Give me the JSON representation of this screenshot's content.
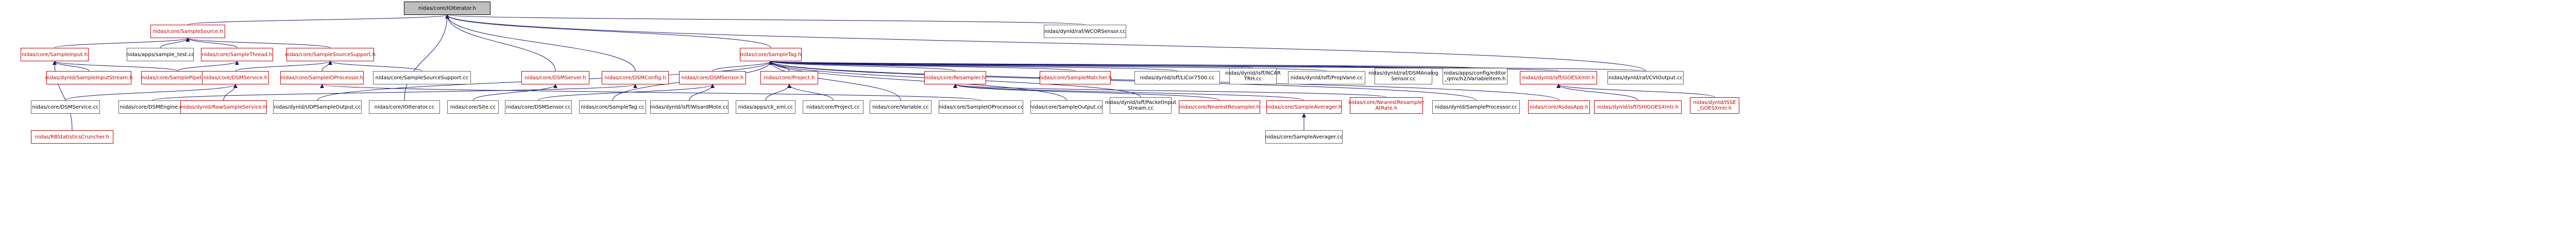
{
  "graph": {
    "colors": {
      "edge": "#191970",
      "node_border": "#666666",
      "red_text": "#c00000",
      "root_fill": "#bfbfbf"
    },
    "nodes": [
      {
        "id": "root",
        "label": "nidas/core/IOIterator.h",
        "kind": "root"
      },
      {
        "id": "samplesource_h",
        "label": "nidas/core/SampleSource.h",
        "kind": "red"
      },
      {
        "id": "wcdsensor",
        "label": "nidas/dynld/raf/WCORSensor.cc",
        "kind": "black"
      },
      {
        "id": "sampleinput_h",
        "label": "nidas/core/SampleInput.h",
        "kind": "red"
      },
      {
        "id": "sample_test",
        "label": "nidas/apps/sample_test.cc",
        "kind": "black"
      },
      {
        "id": "samplethread_h",
        "label": "nidas/core/SampleThread.h",
        "kind": "red"
      },
      {
        "id": "samplesourcesupport_h",
        "label": "nidas/core/SampleSourceSupport.h",
        "kind": "red"
      },
      {
        "id": "sampletag_h",
        "label": "nidas/core/SampleTag.h",
        "kind": "red"
      },
      {
        "id": "sampleinputstream_h",
        "label": "nidas/dynld/SampleInputStream.h",
        "kind": "red"
      },
      {
        "id": "samplepipeline_h",
        "label": "nidas/core/SamplePipeline.h",
        "kind": "red"
      },
      {
        "id": "dsmservice_h",
        "label": "nidas/core/DSMService.h",
        "kind": "red"
      },
      {
        "id": "sampleioprocessor_h",
        "label": "nidas/core/SampleIOProcessor.h",
        "kind": "red"
      },
      {
        "id": "samplesourcesupport_cc",
        "label": "nidas/core/SampleSourceSupport.cc",
        "kind": "black"
      },
      {
        "id": "dsmserver_h",
        "label": "nidas/core/DSMServer.h",
        "kind": "red"
      },
      {
        "id": "dsmconfig_h",
        "label": "nidas/core/DSMConfig.h",
        "kind": "red"
      },
      {
        "id": "dsmsensor_h",
        "label": "nidas/core/DSMSensor.h",
        "kind": "red"
      },
      {
        "id": "project_h",
        "label": "nidas/core/Project.h",
        "kind": "red"
      },
      {
        "id": "resampler_h",
        "label": "nidas/core/Resampler.h",
        "kind": "red"
      },
      {
        "id": "samplematcher_h",
        "label": "nidas/core/SampleMatcher.h",
        "kind": "red"
      },
      {
        "id": "lico7500",
        "label": "nidas/dynld/isff/LiCor7500.cc",
        "kind": "black"
      },
      {
        "id": "ncar_trh",
        "label": "nidas/dynld/isff/NCAR\nTRH.cc",
        "kind": "black",
        "two": true
      },
      {
        "id": "propvane",
        "label": "nidas/dynld/isff/PropVane.cc",
        "kind": "black"
      },
      {
        "id": "dsmanalog",
        "label": "nidas/dynld/raf/DSMAnalog\nSensor.cc",
        "kind": "black",
        "two": true
      },
      {
        "id": "configeditor",
        "label": "nidas/apps/config/editor\n_qmv/h2/VariableItem.h",
        "kind": "black",
        "two": true
      },
      {
        "id": "ssigoes",
        "label": "nidas/dynld/isff/GOESXmtr.h",
        "kind": "red"
      },
      {
        "id": "cvioutput",
        "label": "nidas/dynld/raf/CVIOutput.cc",
        "kind": "black"
      },
      {
        "id": "sic_dsmservice_h",
        "label": "nidas/core/DSMService.cc",
        "kind": "black"
      },
      {
        "id": "dsmengine_cc",
        "label": "nidas/core/DSMEngine.cc",
        "kind": "black"
      },
      {
        "id": "rawsampleservice",
        "label": "nidas/dynld/RawSampleService.h",
        "kind": "red"
      },
      {
        "id": "udpsampleoutput",
        "label": "nidas/dynld/UDPSampleOutput.cc",
        "kind": "black"
      },
      {
        "id": "ioiterator_cc",
        "label": "nidas/core/IOIterator.cc",
        "kind": "black"
      },
      {
        "id": "site_cc",
        "label": "nidas/core/Site.cc",
        "kind": "black"
      },
      {
        "id": "dsmsensor_cc",
        "label": "nidas/core/DSMSensor.cc",
        "kind": "black"
      },
      {
        "id": "sampletag_cc",
        "label": "nidas/core/SampleTag.cc",
        "kind": "black"
      },
      {
        "id": "wisardmote",
        "label": "nidas/dynld/isff/WisardMote.cc",
        "kind": "black"
      },
      {
        "id": "ck_xml",
        "label": "nidas/apps/ck_xml.cc",
        "kind": "black"
      },
      {
        "id": "project_cc",
        "label": "nidas/core/Project.cc",
        "kind": "black"
      },
      {
        "id": "variable_cc",
        "label": "nidas/core/Variable.cc",
        "kind": "black"
      },
      {
        "id": "sampleioprocessor_cc",
        "label": "nidas/core/SampleIOProcessor.cc",
        "kind": "black"
      },
      {
        "id": "sampleoutput_cc",
        "label": "nidas/core/SampleOutput.cc",
        "kind": "black"
      },
      {
        "id": "packetinput",
        "label": "nidas/dynld/isff/PacketInput\nStream.cc",
        "kind": "black",
        "two": true
      },
      {
        "id": "nearestresampler_h",
        "label": "nidas/core/NearestResampler.h",
        "kind": "red"
      },
      {
        "id": "sampleaverager_h",
        "label": "nidas/core/SampleAverager.h",
        "kind": "red"
      },
      {
        "id": "nearestresampler_at",
        "label": "nidas/core/NearestResampler\nAtRate.h",
        "kind": "red",
        "two": true
      },
      {
        "id": "sampleprocessor",
        "label": "nidas/dynld/SampleProcessor.cc",
        "kind": "black"
      },
      {
        "id": "asdapp",
        "label": "nidas/core/AsdasApp.h",
        "kind": "red"
      },
      {
        "id": "ssigoesxmtr",
        "label": "nidas/dynld/isff/SHIGOESXmtr.h",
        "kind": "red"
      },
      {
        "id": "isse_goes",
        "label": "nidas/dynld/ISSE\n_GOESXmtr.h",
        "kind": "red",
        "two": true
      },
      {
        "id": "statcruncher",
        "label": "nidas/RBStatisticsCruncher.h",
        "kind": "red"
      },
      {
        "id": "sampleaverager_cc",
        "label": "nidas/core/SampleAverager.cc",
        "kind": "black"
      }
    ],
    "edges": [
      [
        "samplesource_h",
        "root"
      ],
      [
        "wcdsensor",
        "root"
      ],
      [
        "sampleinput_h",
        "samplesource_h"
      ],
      [
        "sample_test",
        "samplesource_h"
      ],
      [
        "samplethread_h",
        "samplesource_h"
      ],
      [
        "samplesourcesupport_h",
        "samplesource_h"
      ],
      [
        "sampletag_h",
        "root"
      ],
      [
        "sampleinputstream_h",
        "sampleinput_h"
      ],
      [
        "samplepipeline_h",
        "sampleinput_h"
      ],
      [
        "samplepipeline_h",
        "samplethread_h"
      ],
      [
        "dsmservice_h",
        "samplesourcesupport_h"
      ],
      [
        "sampleioprocessor_h",
        "samplesourcesupport_h"
      ],
      [
        "samplesourcesupport_cc",
        "samplesourcesupport_h"
      ],
      [
        "dsmserver_h",
        "root"
      ],
      [
        "dsmconfig_h",
        "root"
      ],
      [
        "dsmsensor_h",
        "sampletag_h"
      ],
      [
        "project_h",
        "sampletag_h"
      ],
      [
        "resampler_h",
        "sampletag_h"
      ],
      [
        "samplematcher_h",
        "sampletag_h"
      ],
      [
        "lico7500",
        "sampletag_h"
      ],
      [
        "ncar_trh",
        "sampletag_h"
      ],
      [
        "propvane",
        "sampletag_h"
      ],
      [
        "dsmanalog",
        "sampletag_h"
      ],
      [
        "configeditor",
        "sampletag_h"
      ],
      [
        "ssigoes",
        "sampletag_h"
      ],
      [
        "cvioutput",
        "sampletag_h"
      ],
      [
        "cvioutput",
        "root"
      ],
      [
        "sic_dsmservice_h",
        "dsmservice_h"
      ],
      [
        "dsmengine_cc",
        "dsmconfig_h"
      ],
      [
        "rawsampleservice",
        "dsmservice_h"
      ],
      [
        "udpsampleoutput",
        "sampletag_h"
      ],
      [
        "ioiterator_cc",
        "root"
      ],
      [
        "site_cc",
        "dsmserver_h"
      ],
      [
        "dsmsensor_cc",
        "dsmsensor_h"
      ],
      [
        "sampletag_cc",
        "sampletag_h"
      ],
      [
        "wisardmote",
        "dsmsensor_h"
      ],
      [
        "ck_xml",
        "project_h"
      ],
      [
        "project_cc",
        "project_h"
      ],
      [
        "variable_cc",
        "sampletag_h"
      ],
      [
        "sampleioprocessor_cc",
        "sampleioprocessor_h"
      ],
      [
        "sampleoutput_cc",
        "sampletag_h"
      ],
      [
        "packetinput",
        "sampletag_h"
      ],
      [
        "nearestresampler_h",
        "resampler_h"
      ],
      [
        "sampleaverager_h",
        "resampler_h"
      ],
      [
        "nearestresampler_at",
        "resampler_h"
      ],
      [
        "sampleprocessor",
        "sampletag_h"
      ],
      [
        "asdapp",
        "sampletag_h"
      ],
      [
        "ssigoesxmtr",
        "ssigoes"
      ],
      [
        "isse_goes",
        "ssigoes"
      ],
      [
        "statcruncher",
        "sampleinput_h"
      ],
      [
        "sampleaverager_cc",
        "sampleaverager_h"
      ]
    ]
  }
}
